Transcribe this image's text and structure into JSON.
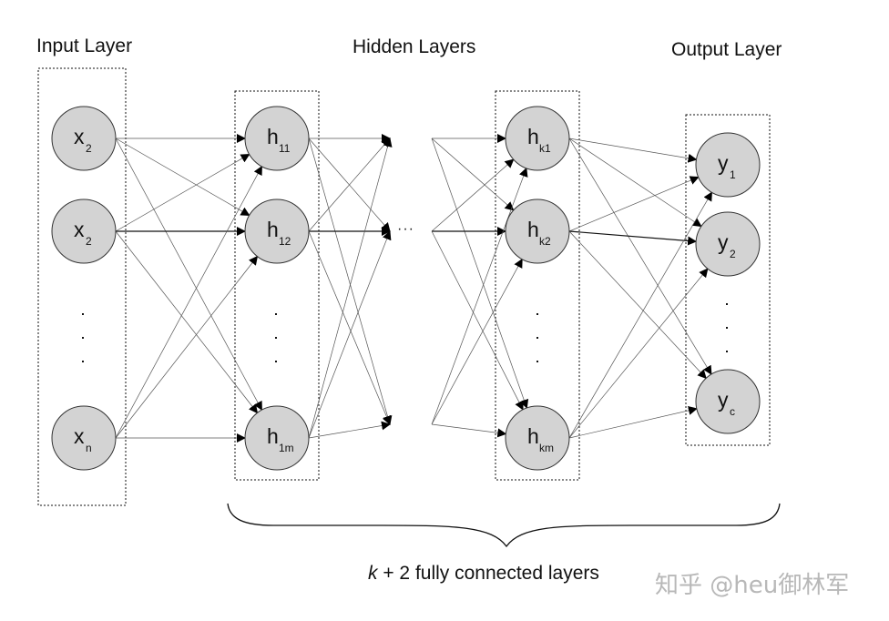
{
  "titles": {
    "input": "Input Layer",
    "hidden": "Hidden Layers",
    "output": "Output Layer"
  },
  "layers": [
    {
      "id": "input",
      "nodes": [
        {
          "main": "x",
          "sub": "2"
        },
        {
          "main": "x",
          "sub": "2"
        },
        {
          "main": "x",
          "sub": "n"
        }
      ]
    },
    {
      "id": "hidden-1",
      "nodes": [
        {
          "main": "h",
          "sub": "11"
        },
        {
          "main": "h",
          "sub": "12"
        },
        {
          "main": "h",
          "sub": "1m"
        }
      ]
    },
    {
      "id": "hidden-k",
      "nodes": [
        {
          "main": "h",
          "sub": "k1"
        },
        {
          "main": "h",
          "sub": "k2"
        },
        {
          "main": "h",
          "sub": "km"
        }
      ]
    },
    {
      "id": "output",
      "nodes": [
        {
          "main": "y",
          "sub": "1"
        },
        {
          "main": "y",
          "sub": "2"
        },
        {
          "main": "y",
          "sub": "c"
        }
      ]
    }
  ],
  "ellipsis": "···",
  "caption": {
    "k": "k",
    "rest": " + 2 fully connected layers"
  },
  "watermark": "知乎 @heu御林军",
  "colors": {
    "node_fill": "#d3d3d3",
    "stroke": "#111111"
  }
}
